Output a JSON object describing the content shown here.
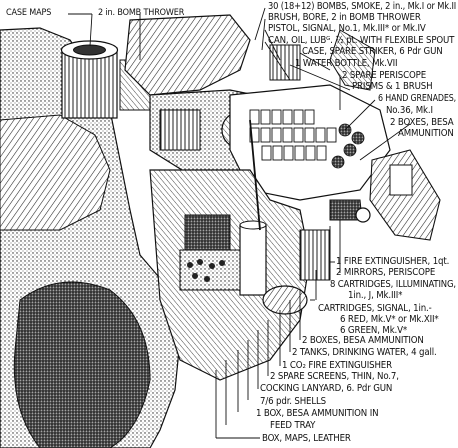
{
  "labels": {
    "case_maps": "CASE MAPS",
    "bomb_thrower_top": "2 in. BOMB THROWER",
    "bombs_smoke": "30 (18+12) BOMBS, SMOKE, 2 in., Mk.I or Mk.II",
    "brush_bore": "BRUSH, BORE, 2 in BOMB THROWER",
    "pistol_signal": "PISTOL, SIGNAL, No.1, Mk.III* or Mk.IV",
    "can_oil": "CAN, OIL, LUBᴳ. ½ pt. WITH FLEXIBLE SPOUT",
    "case_spare_striker": "CASE, SPARE STRIKER, 6 Pdr GUN",
    "water_bottle": "1 WATER BOTTLE, Mk.VII",
    "spare_periscope_1": "2 SPARE PERISCOPE",
    "spare_periscope_2": "PRISMS & 1 BRUSH",
    "hand_grenades_1": "6 HAND GRENADES,",
    "hand_grenades_2": "No.36, Mk.I",
    "boxes_besa_1": "2 BOXES, BESA",
    "boxes_besa_2": "AMMUNITION",
    "fire_ext": "1 FIRE EXTINGUISHER, 1qt.",
    "mirrors": "2 MIRRORS, PERISCOPE",
    "cartridges_illum_1": "8 CARTRIDGES, ILLUMINATING,",
    "cartridges_illum_2": "1in., J, Mk.III*",
    "cartridges_signal_1": "CARTRIDGES, SIGNAL, 1in.-",
    "cartridges_signal_2": "6 RED, Mk.V* or Mk.XII*",
    "cartridges_signal_3": "6 GREEN, Mk.V*",
    "boxes_besa_ammo": "2 BOXES, BESA AMMUNITION",
    "tanks_water": "2 TANKS, DRINKING WATER, 4 gall.",
    "co2_ext": "1 CO₂ FIRE EXTINGUISHER",
    "spare_screens": "2 SPARE SCREENS, THIN, No.7,",
    "cocking_lanyard": "COCKING LANYARD, 6. Pdr GUN",
    "shells": "7/6 pdr. SHELLS",
    "feed_tray_1": "1 BOX, BESA AMMUNITION IN",
    "feed_tray_2": "FEED TRAY",
    "box_maps": "BOX, MAPS, LEATHER"
  }
}
